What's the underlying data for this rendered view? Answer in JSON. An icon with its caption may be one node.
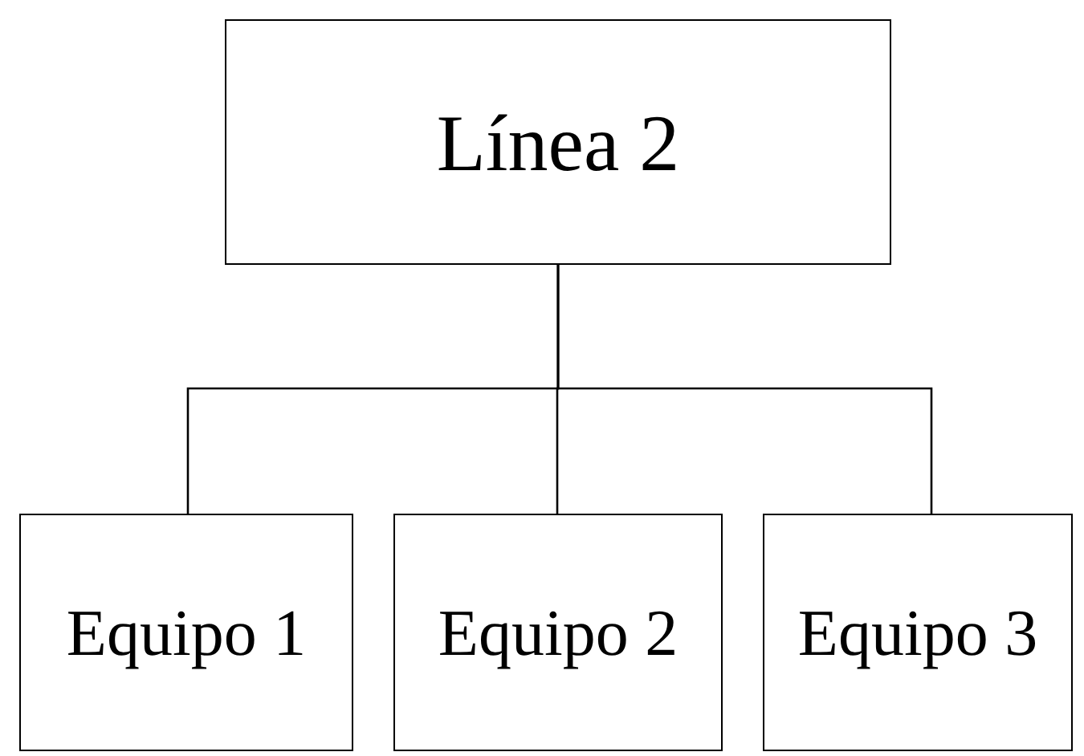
{
  "diagram": {
    "nodes": [
      {
        "text": [
          "Línea 2"
        ]
      },
      {
        "text": [
          "Equipo 1"
        ]
      },
      {
        "text": [
          "Equipo 2"
        ]
      },
      {
        "text": [
          "Equipo 3"
        ]
      }
    ],
    "edges": [
      {
        "from": 0,
        "to": 1,
        "arrow": "none"
      },
      {
        "from": 0,
        "to": 2,
        "arrow": "none"
      },
      {
        "from": 0,
        "to": 3,
        "arrow": "none"
      }
    ]
  }
}
